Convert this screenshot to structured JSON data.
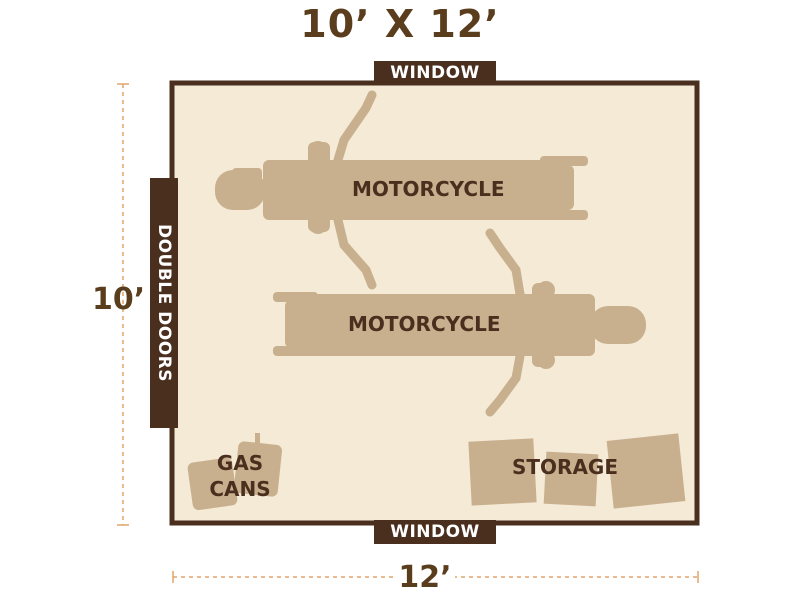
{
  "title": "10’ X 12’",
  "dimensions": {
    "height_label": "10’",
    "width_label": "12’"
  },
  "labels": {
    "window_top": "WINDOW",
    "window_bottom": "WINDOW",
    "double_doors": "DOUBLE DOORS",
    "motorcycle_1": "MOTORCYCLE",
    "motorcycle_2": "MOTORCYCLE",
    "gas_cans_line1": "GAS",
    "gas_cans_line2": "CANS",
    "storage": "STORAGE"
  },
  "colors": {
    "wall": "#4a2f1e",
    "floor": "#f4ead6",
    "item": "#c8b08e",
    "text": "#4a2f1e",
    "title": "#5a3d1c",
    "dimension_line": "#e0a56a"
  }
}
